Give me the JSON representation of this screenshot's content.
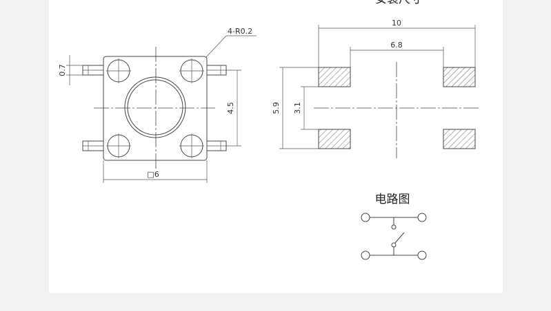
{
  "titles": {
    "mounting": "安装尺寸",
    "circuit": "电路图"
  },
  "dimensions": {
    "corner_radius": "4-R0.2",
    "pin_width": "0.7",
    "pin_pitch": "4.5",
    "body_size": "□6",
    "footprint_width": "10",
    "footprint_inner": "6.8",
    "footprint_height": "5.9",
    "footprint_gap": "3.1"
  }
}
